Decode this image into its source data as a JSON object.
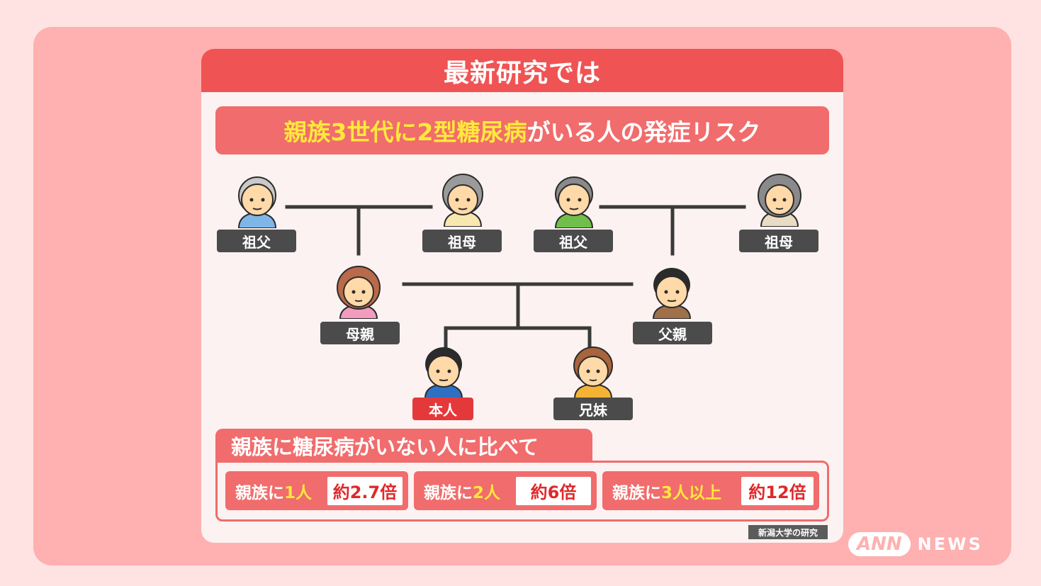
{
  "header": {
    "title": "最新研究では"
  },
  "subtitle": {
    "highlight": "親族3世代に2型糖尿病",
    "rest": "がいる人の発症リスク"
  },
  "family": {
    "grandfather_maternal": "祖父",
    "grandmother_maternal": "祖母",
    "grandfather_paternal": "祖父",
    "grandmother_paternal": "祖母",
    "mother": "母親",
    "father": "父親",
    "self": "本人",
    "sibling": "兄妹"
  },
  "comparison": {
    "heading": "親族に糖尿病がいない人に比べて",
    "items": [
      {
        "prefix": "親族に",
        "count": "1人",
        "suffix": "",
        "result": "約2.7倍"
      },
      {
        "prefix": "親族に",
        "count": "2人",
        "suffix": "",
        "result": "約6倍"
      },
      {
        "prefix": "親族に",
        "count": "3人以上",
        "suffix": "",
        "result": "約12倍"
      }
    ]
  },
  "source": "新潟大学の研究",
  "logo": {
    "ann": "ANN",
    "news": "NEWS"
  },
  "colors": {
    "accent": "#f05353",
    "highlight": "#ffe93c",
    "label_bg": "#4b4b4b",
    "self_label_bg": "#e4393b"
  }
}
